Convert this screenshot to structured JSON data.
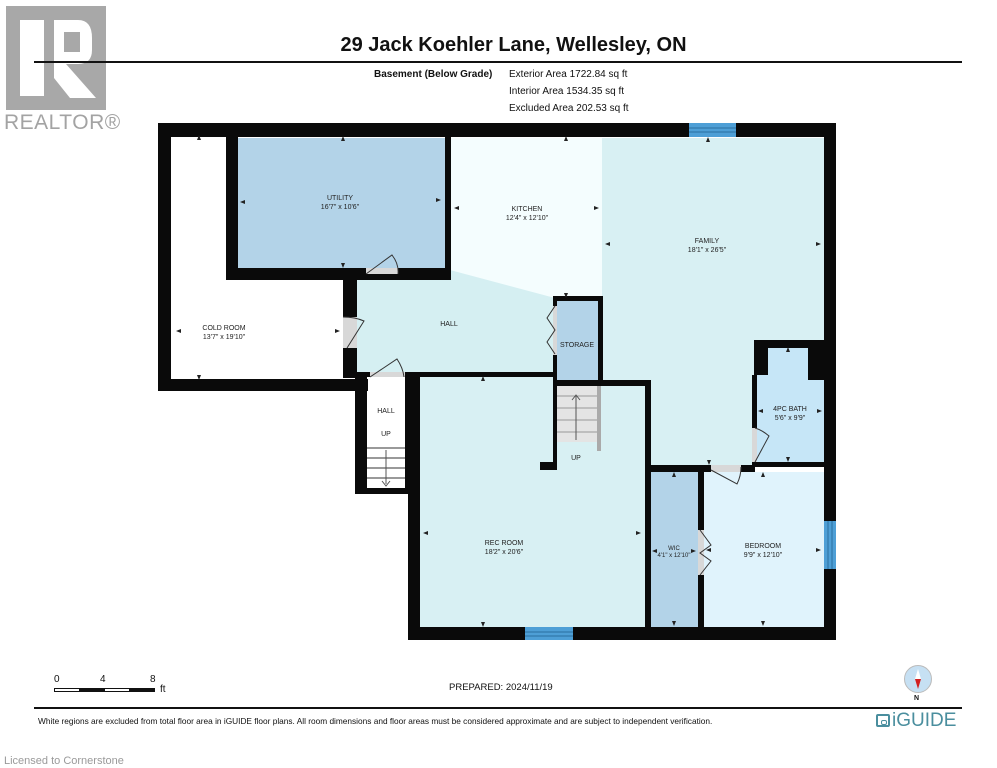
{
  "branding": {
    "realtor_logo_text": "REALTOR®",
    "iguide_logo_text": "iGUIDE",
    "licensed_text": "Licensed to Cornerstone"
  },
  "header": {
    "title": "29 Jack Koehler Lane, Wellesley, ON",
    "level_label": "Basement (Below Grade)",
    "areas": [
      "Exterior Area 1722.84 sq ft",
      "Interior Area 1534.35 sq ft",
      "Excluded Area 202.53 sq ft"
    ]
  },
  "rooms": {
    "utility": {
      "name": "UTILITY",
      "dims": "16'7\" x 10'6\""
    },
    "kitchen": {
      "name": "KITCHEN",
      "dims": "12'4\" x 12'10\""
    },
    "family": {
      "name": "FAMILY",
      "dims": "18'1\" x 26'5\""
    },
    "cold_room": {
      "name": "COLD ROOM",
      "dims": "13'7\" x 19'10\""
    },
    "hall_main": {
      "name": "HALL",
      "dims": ""
    },
    "storage": {
      "name": "STORAGE",
      "dims": ""
    },
    "hall_stair": {
      "name": "HALL",
      "dims": ""
    },
    "stair_left_label": "UP",
    "stair_right_label": "UP",
    "bath": {
      "name": "4PC BATH",
      "dims": "5'6\" x 9'9\""
    },
    "rec_room": {
      "name": "REC ROOM",
      "dims": "18'2\" x 20'6\""
    },
    "wic": {
      "name": "WIC",
      "dims": "4'1\" x 12'10\""
    },
    "bedroom": {
      "name": "BEDROOM",
      "dims": "9'9\" x 12'10\""
    }
  },
  "colors": {
    "wall": "#0a0a0a",
    "utility_fill": "#b3d3e8",
    "storage_fill": "#b3d3e8",
    "wic_fill": "#b3d3e8",
    "hall_fill": "#d5eff2",
    "family_fill": "#d8f0f3",
    "rec_fill": "#d8f0f3",
    "kitchen_fill": "#f4fdfe",
    "bath_fill": "#c6e6f7",
    "bedroom_fill": "#e0f3fc",
    "window": "#4e9fd6",
    "stair_fill": "#e4e4e4",
    "iguide_brand": "#4a8e9e",
    "compass_red": "#d32020"
  },
  "scale": {
    "ticks": [
      "0",
      "4",
      "8"
    ],
    "unit": "ft"
  },
  "footer": {
    "prepared": "PREPARED: 2024/11/19",
    "compass_label": "N",
    "disclaimer": "White regions are excluded from total floor area in iGUIDE floor plans. All room dimensions and floor areas must be considered approximate and are subject to independent verification."
  }
}
